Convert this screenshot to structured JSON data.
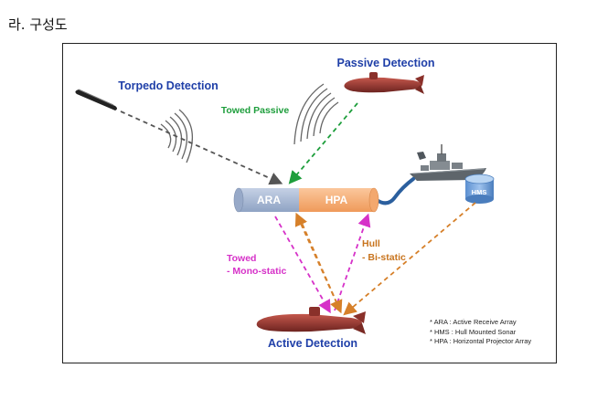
{
  "heading": "라. 구성도",
  "labels": {
    "torpedo_detection": "Torpedo Detection",
    "passive_detection": "Passive Detection",
    "towed_passive": "Towed Passive",
    "active_detection": "Active Detection",
    "towed_mono": "Towed",
    "towed_mono_2": "- Mono-static",
    "hull_bi": "Hull",
    "hull_bi_2": "- Bi-static",
    "ara": "ARA",
    "hpa": "HPA",
    "hms": "HMS"
  },
  "notes": [
    "* ARA : Active Receive Array",
    "* HMS : Hull Mounted Sonar",
    "* HPA : Horizontal Projector Array"
  ],
  "colors": {
    "title_blue": "#1f3fa8",
    "green": "#1e9e3c",
    "magenta": "#d631c8",
    "orange": "#c8741e",
    "ara_fill": "#a9b9d3",
    "hpa_fill": "#f5b07a",
    "sub_red": "#9b3a32",
    "cable": "#2b5f9e"
  }
}
